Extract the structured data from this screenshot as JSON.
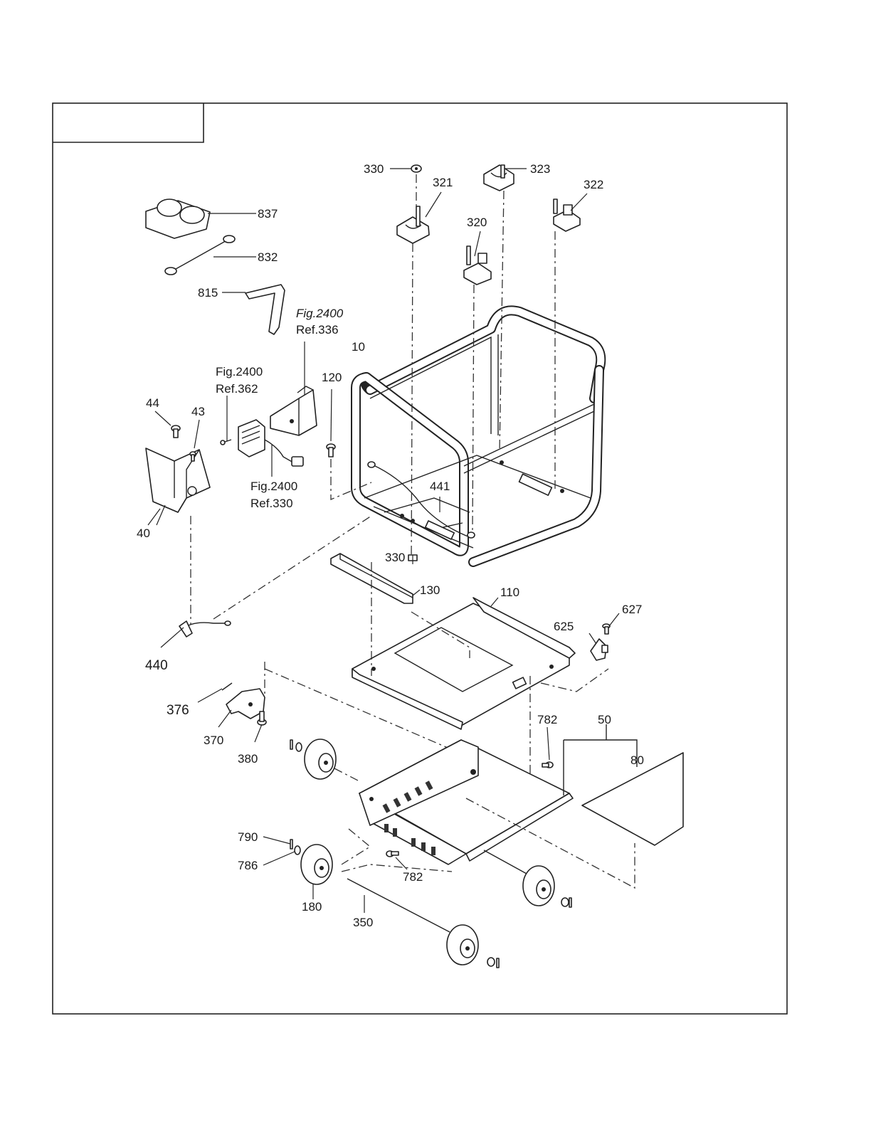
{
  "diagram": {
    "title_box_text": "",
    "callouts": {
      "c330_top": "330",
      "c321": "321",
      "c323": "323",
      "c322": "322",
      "c320": "320",
      "c837": "837",
      "c832": "832",
      "c815": "815",
      "c2400_336_a": "Fig.2400",
      "c2400_336_b": "Ref.336",
      "c10": "10",
      "c120": "120",
      "c2400_362_a": "Fig.2400",
      "c2400_362_b": "Ref.362",
      "c44": "44",
      "c43": "43",
      "c2400_330_a": "Fig.2400",
      "c2400_330_b": "Ref.330",
      "c441": "441",
      "c40": "40",
      "c330_mid": "330",
      "c130": "130",
      "c110": "110",
      "c627": "627",
      "c625": "625",
      "c440": "440",
      "c376": "376",
      "c370": "370",
      "c380": "380",
      "c782_top": "782",
      "c50": "50",
      "c80": "80",
      "c790": "790",
      "c786": "786",
      "c782_bot": "782",
      "c180": "180",
      "c350": "350"
    }
  }
}
